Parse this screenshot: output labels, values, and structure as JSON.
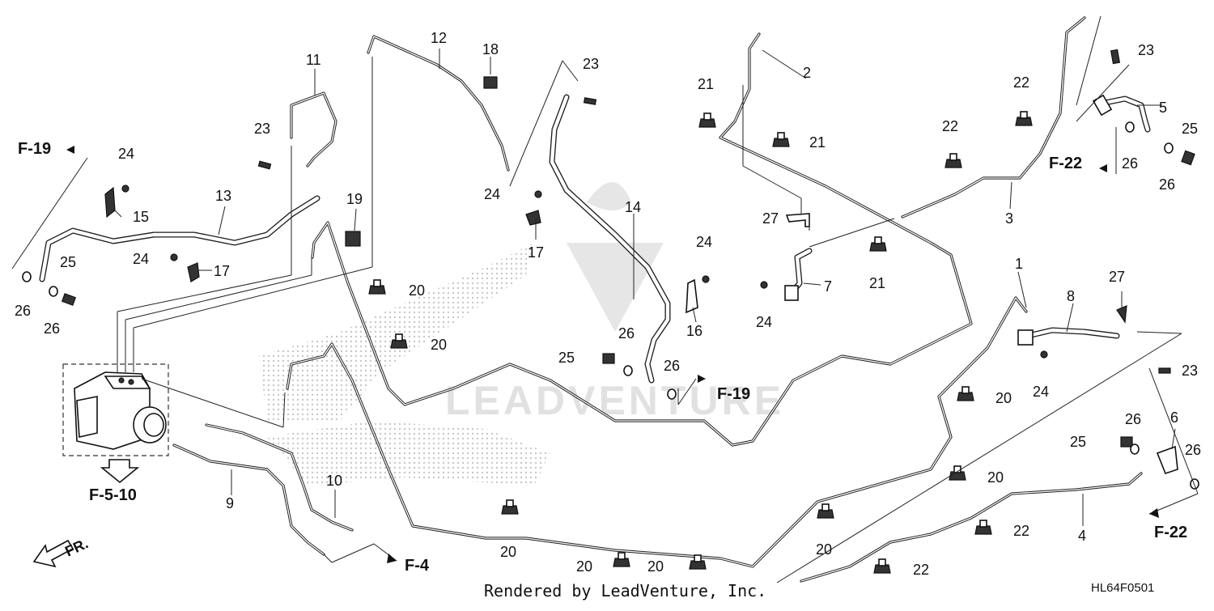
{
  "diagram": {
    "callouts": {
      "c1": "1",
      "c2": "2",
      "c3": "3",
      "c4": "4",
      "c5": "5",
      "c6": "6",
      "c7": "7",
      "c8": "8",
      "c9": "9",
      "c10": "10",
      "c11": "11",
      "c12": "12",
      "c13": "13",
      "c14": "14",
      "c15": "15",
      "c16": "16",
      "c17": "17",
      "c18": "18",
      "c19": "19",
      "c20": "20",
      "c21": "21",
      "c22": "22",
      "c23": "23",
      "c24": "24",
      "c25": "25",
      "c26": "26",
      "c27": "27"
    },
    "references": {
      "f19": "F-19",
      "f22": "F-22",
      "f4": "F-4",
      "f510": "F-5-10"
    },
    "direction_label": "FR.",
    "watermark": "LEADVENTURE",
    "credit": "Rendered by LeadVenture, Inc.",
    "diagram_code": "HL64F0501"
  }
}
